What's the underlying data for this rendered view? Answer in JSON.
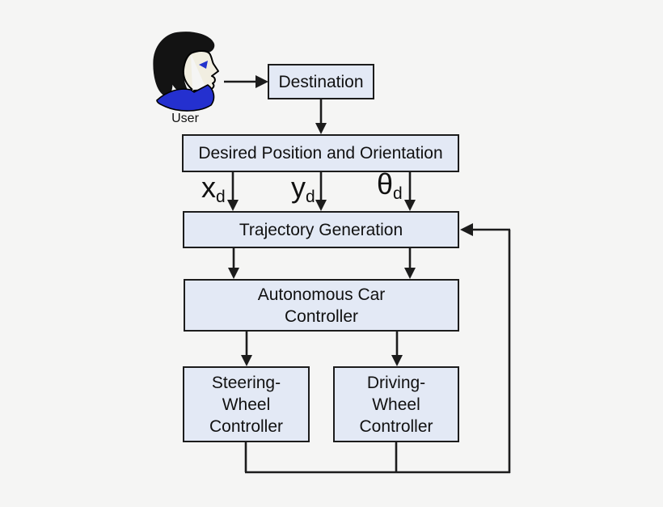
{
  "user": {
    "label": "User"
  },
  "boxes": {
    "destination": {
      "label": "Destination"
    },
    "desired": {
      "label": "Desired Position and Orientation"
    },
    "trajectory": {
      "label": "Trajectory Generation"
    },
    "autonomous": {
      "lines": [
        "Autonomous Car",
        "Controller"
      ]
    },
    "steering": {
      "lines": [
        "Steering-",
        "Wheel",
        "Controller"
      ]
    },
    "driving": {
      "lines": [
        "Driving-",
        "Wheel",
        "Controller"
      ]
    }
  },
  "signals": [
    {
      "base": "x",
      "sub": "d"
    },
    {
      "base": "y",
      "sub": "d"
    },
    {
      "base": "θ",
      "sub": "d"
    }
  ],
  "colors": {
    "background": "#f5f5f4",
    "box_fill": "#e3e9f5",
    "box_border": "#1c1c1c",
    "line": "#1c1c1c",
    "text": "#111111",
    "hair": "#131313",
    "face": "#f1eee1",
    "collar": "#2430cf",
    "eye": "#2233cc"
  }
}
